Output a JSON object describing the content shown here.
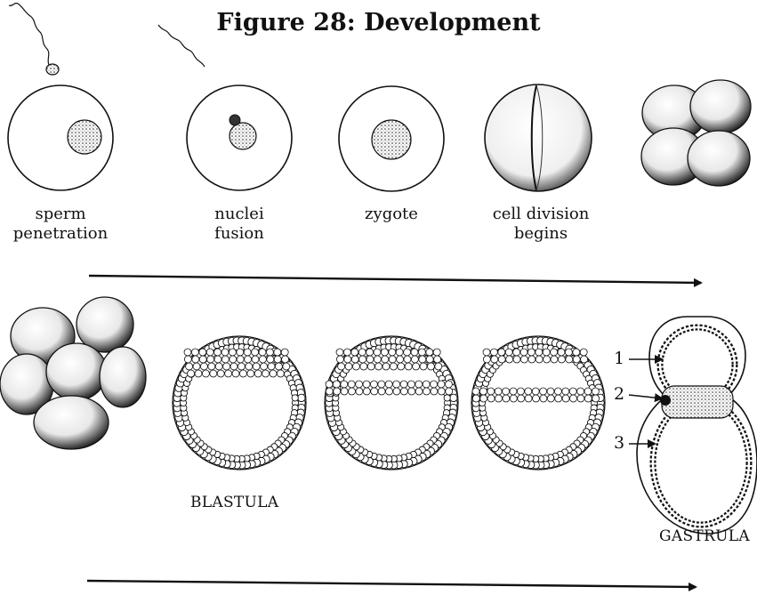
{
  "title": "Figure 28: Development",
  "stages_top": [
    {
      "label": "sperm\npenetration"
    },
    {
      "label": "nuclei\nfusion"
    },
    {
      "label": "zygote"
    },
    {
      "label": "cell division\nbegins"
    }
  ],
  "stages_bottom": [
    {
      "label": "BLASTULA"
    },
    {
      "label": "GASTRULA"
    }
  ],
  "gastrula_markers": [
    "1",
    "2",
    "3"
  ]
}
